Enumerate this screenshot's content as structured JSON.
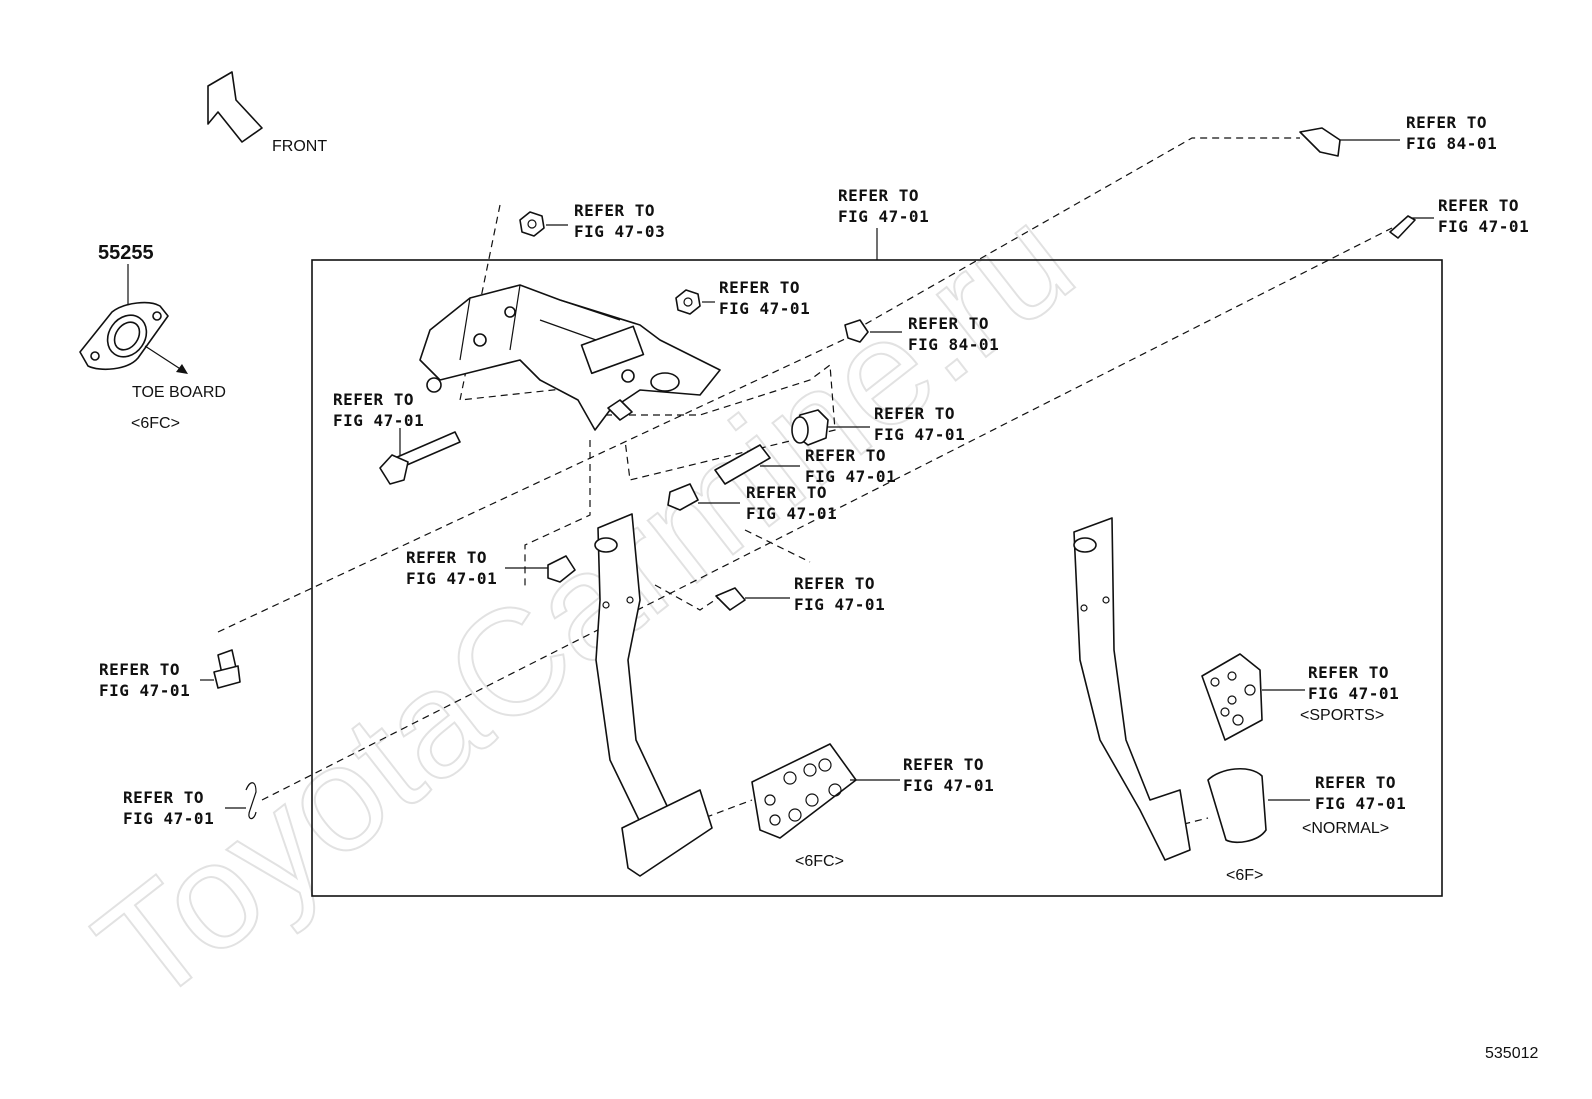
{
  "watermark": "ToyotaCarmine.ru",
  "front_label": "FRONT",
  "toe_board": {
    "part_number": "55255",
    "label": "TOE BOARD",
    "variant": "<6FC>"
  },
  "callouts": [
    {
      "id": "c1",
      "line1": "REFER TO",
      "line2": "FIG 84-01"
    },
    {
      "id": "c2",
      "line1": "REFER TO",
      "line2": "FIG 47-01"
    },
    {
      "id": "c3",
      "line1": "REFER TO",
      "line2": "FIG 47-01"
    },
    {
      "id": "c4",
      "line1": "REFER TO",
      "line2": "FIG 47-03"
    },
    {
      "id": "c5",
      "line1": "REFER TO",
      "line2": "FIG 47-01"
    },
    {
      "id": "c6",
      "line1": "REFER TO",
      "line2": "FIG 84-01"
    },
    {
      "id": "c7",
      "line1": "REFER TO",
      "line2": "FIG 47-01"
    },
    {
      "id": "c8",
      "line1": "REFER TO",
      "line2": "FIG 47-01"
    },
    {
      "id": "c9",
      "line1": "REFER TO",
      "line2": "FIG 47-01"
    },
    {
      "id": "c10",
      "line1": "REFER TO",
      "line2": "FIG 47-01"
    },
    {
      "id": "c11",
      "line1": "REFER TO",
      "line2": "FIG 47-01"
    },
    {
      "id": "c12",
      "line1": "REFER TO",
      "line2": "FIG 47-01"
    },
    {
      "id": "c13",
      "line1": "REFER TO",
      "line2": "FIG 47-01"
    },
    {
      "id": "c14",
      "line1": "REFER TO",
      "line2": "FIG 47-01"
    },
    {
      "id": "c15",
      "line1": "REFER TO",
      "line2": "FIG 47-01"
    },
    {
      "id": "c16",
      "line1": "REFER TO",
      "line2": "FIG 47-01"
    },
    {
      "id": "c17",
      "line1": "REFER TO",
      "line2": "FIG 47-01"
    }
  ],
  "variants": {
    "sports": "<SPORTS>",
    "normal": "<NORMAL>",
    "pedal_6fc": "<6FC>",
    "pedal_6f": "<6F>"
  },
  "diagram_number": "535012"
}
